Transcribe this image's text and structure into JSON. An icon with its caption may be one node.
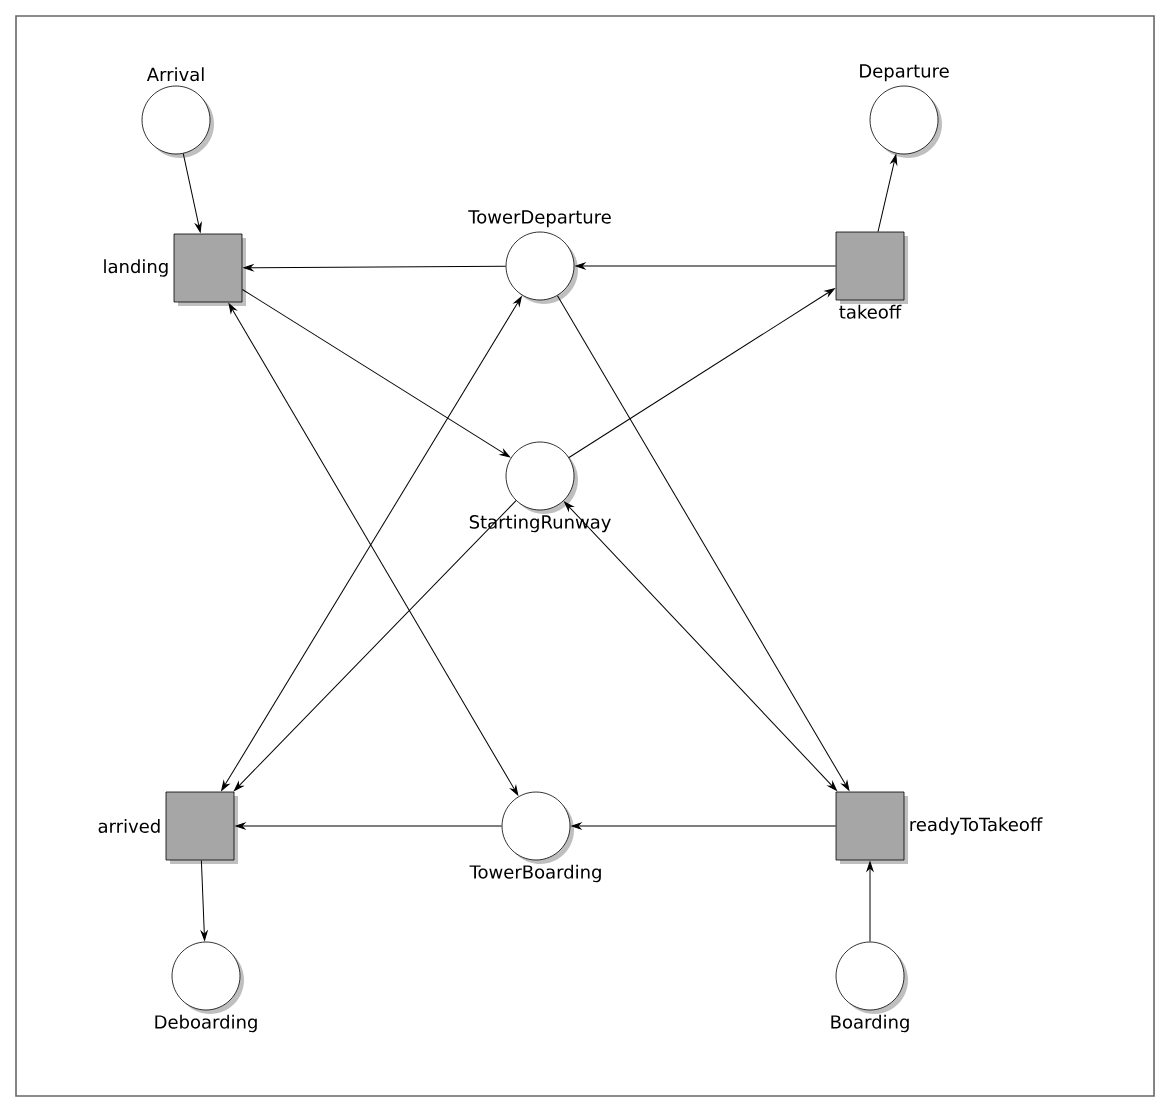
{
  "diagram": {
    "nodes": [
      {
        "text": [
          "Arrival"
        ]
      },
      {
        "text": [
          "Departure"
        ]
      },
      {
        "text": [
          "landing"
        ]
      },
      {
        "text": [
          "TowerDeparture"
        ]
      },
      {
        "text": [
          "takeoff"
        ]
      },
      {
        "text": [
          "StartingRunway"
        ]
      },
      {
        "text": [
          "arrived"
        ]
      },
      {
        "text": [
          "TowerBoarding"
        ]
      },
      {
        "text": [
          "readyToTakeoff"
        ]
      },
      {
        "text": [
          "Deboarding"
        ]
      },
      {
        "text": [
          "Boarding"
        ]
      }
    ],
    "edges": [
      {
        "from": 0,
        "to": 2,
        "arrow": "to"
      },
      {
        "from": 4,
        "to": 1,
        "arrow": "to"
      },
      {
        "from": 3,
        "to": 2,
        "arrow": "to"
      },
      {
        "from": 4,
        "to": 3,
        "arrow": "to"
      },
      {
        "from": 2,
        "to": 5,
        "arrow": "to"
      },
      {
        "from": 5,
        "to": 4,
        "arrow": "to"
      },
      {
        "from": 6,
        "to": 3,
        "arrow": "both"
      },
      {
        "from": 5,
        "to": 6,
        "arrow": "to"
      },
      {
        "from": 3,
        "to": 8,
        "arrow": "to"
      },
      {
        "from": 8,
        "to": 5,
        "arrow": "both"
      },
      {
        "from": 2,
        "to": 7,
        "arrow": "both"
      },
      {
        "from": 8,
        "to": 7,
        "arrow": "to"
      },
      {
        "from": 7,
        "to": 6,
        "arrow": "to"
      },
      {
        "from": 6,
        "to": 9,
        "arrow": "to"
      },
      {
        "from": 10,
        "to": 8,
        "arrow": "to"
      }
    ]
  }
}
